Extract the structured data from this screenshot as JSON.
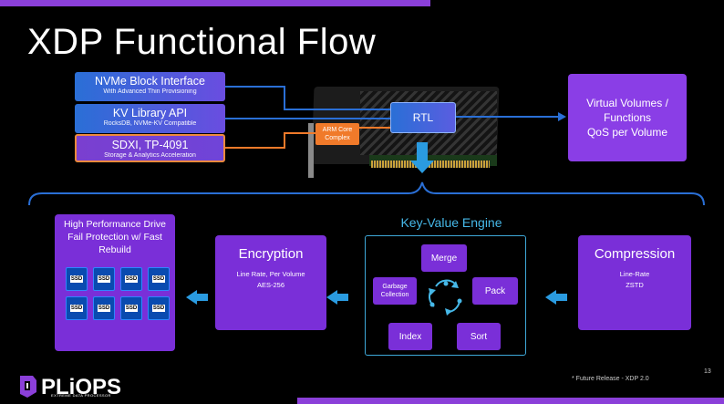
{
  "title": "XDP Functional Flow",
  "inputs": [
    {
      "title": "NVMe Block Interface",
      "sub": "With Advanced Thin Provisioning"
    },
    {
      "title": "KV Library API",
      "sub": "RocksDB, NVMe-KV Compatible"
    },
    {
      "title": "SDXI, TP-4091",
      "sub": "Storage & Analytics Acceleration"
    }
  ],
  "card": {
    "rtl": "RTL",
    "arm_line1": "ARM Core",
    "arm_line2": "Complex"
  },
  "output": {
    "line1": "Virtual Volumes /",
    "line2": "Functions",
    "line3": "QoS per Volume"
  },
  "drive_box": {
    "line1": "High Performance Drive",
    "line2": "Fail Protection w/ Fast",
    "line3": "Rebuild",
    "ssd_label": "SSD"
  },
  "encryption": {
    "title": "Encryption",
    "line1": "Line Rate, Per Volume",
    "line2": "AES-256"
  },
  "kv_engine": {
    "title": "Key-Value Engine",
    "merge": "Merge",
    "garbage_line1": "Garbage",
    "garbage_line2": "Collection",
    "pack": "Pack",
    "index": "Index",
    "sort": "Sort"
  },
  "compression": {
    "title": "Compression",
    "line1": "Line-Rate",
    "line2": "ZSTD"
  },
  "logo": {
    "name": "PLiOPS",
    "tagline": "EXTREME DATA PROCESSOR"
  },
  "footnote": "* Future Release - XDP 2.0",
  "page_number": "13",
  "colors": {
    "accent_purple": "#7a2fd8",
    "bar_purple": "#8b3fd9",
    "blue": "#2a6fd6",
    "orange": "#f07a2a",
    "cyan": "#46b8e8"
  }
}
